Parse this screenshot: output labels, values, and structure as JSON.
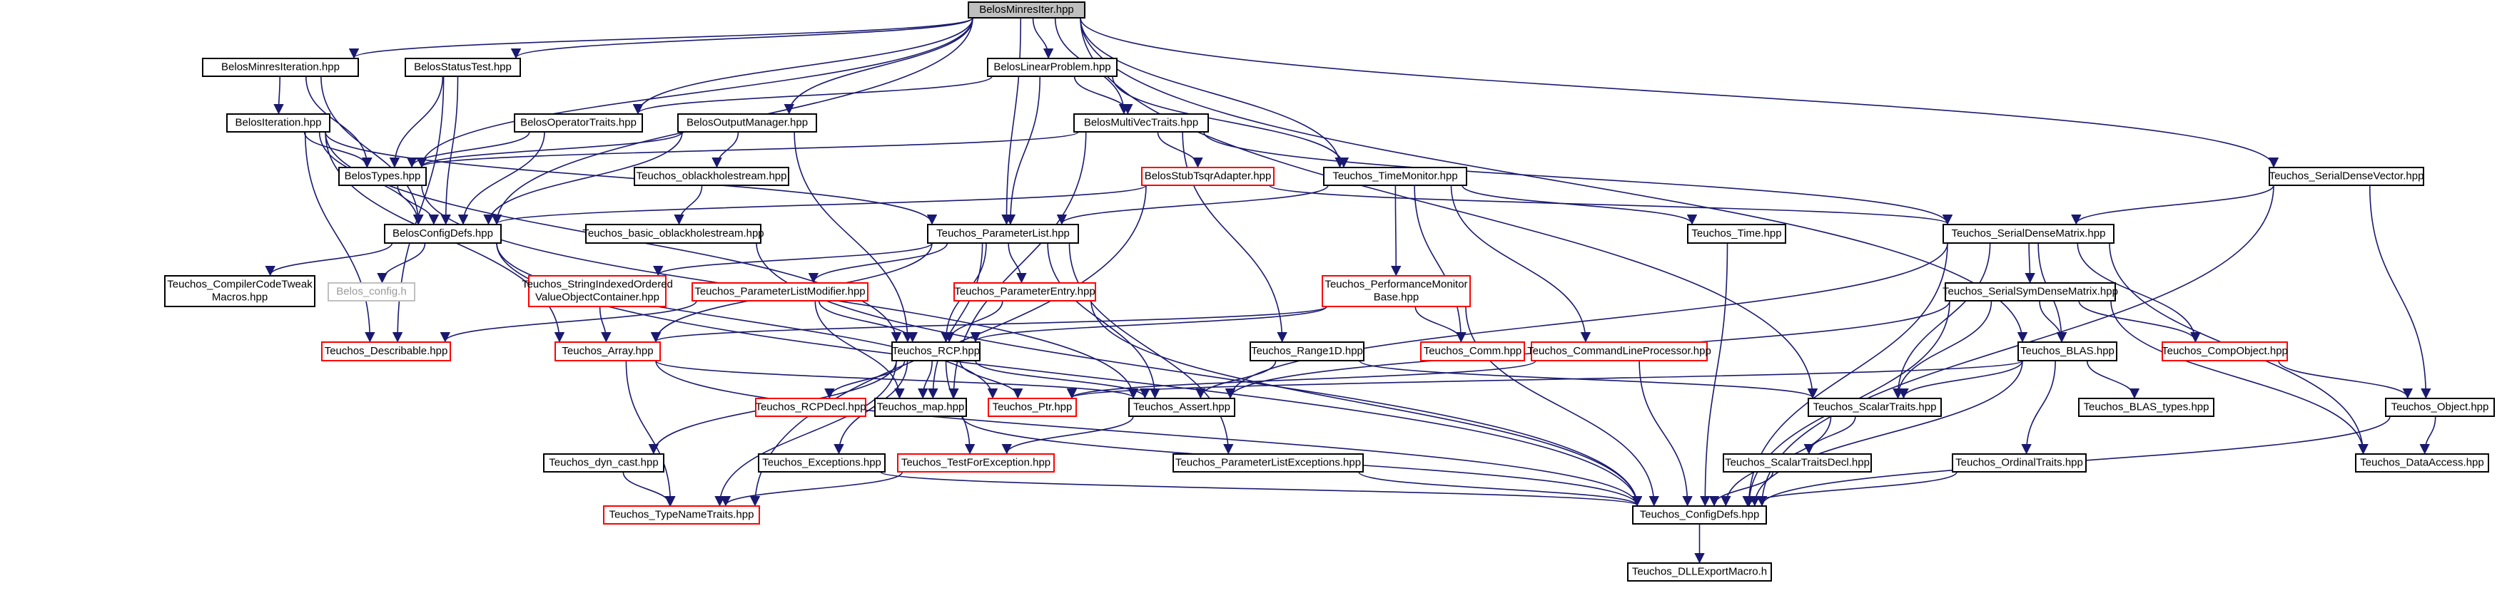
{
  "colors": {
    "edge": "#191970",
    "border_normal": "#000000",
    "border_incomplete": "#ff0000",
    "border_missing": "#bfbfbf",
    "root_fill": "#bfbfbf",
    "text_normal": "#000000",
    "text_missing": "#9a9a9a"
  },
  "nodes": [
    {
      "id": "n0",
      "label": "BelosMinresIter.hpp",
      "style": "root"
    },
    {
      "id": "n1",
      "label": "BelosMinresIteration.hpp",
      "style": "normal"
    },
    {
      "id": "n2",
      "label": "BelosStatusTest.hpp",
      "style": "normal"
    },
    {
      "id": "n3",
      "label": "BelosLinearProblem.hpp",
      "style": "normal"
    },
    {
      "id": "n4",
      "label": "BelosIteration.hpp",
      "style": "normal"
    },
    {
      "id": "n5",
      "label": "BelosOperatorTraits.hpp",
      "style": "normal"
    },
    {
      "id": "n6",
      "label": "BelosOutputManager.hpp",
      "style": "normal"
    },
    {
      "id": "n7",
      "label": "BelosMultiVecTraits.hpp",
      "style": "normal"
    },
    {
      "id": "n8",
      "label": "BelosTypes.hpp",
      "style": "normal"
    },
    {
      "id": "n9",
      "label": "Teuchos_oblackholestream.hpp",
      "style": "normal"
    },
    {
      "id": "n10",
      "label": "BelosStubTsqrAdapter.hpp",
      "style": "red"
    },
    {
      "id": "n11",
      "label": "Teuchos_TimeMonitor.hpp",
      "style": "normal"
    },
    {
      "id": "n12",
      "label": "Teuchos_SerialDenseVector.hpp",
      "style": "normal"
    },
    {
      "id": "n13",
      "label": "BelosConfigDefs.hpp",
      "style": "normal"
    },
    {
      "id": "n14",
      "label": "Teuchos_basic_oblackholestream.hpp",
      "style": "normal"
    },
    {
      "id": "n15",
      "label": "Teuchos_ParameterList.hpp",
      "style": "normal"
    },
    {
      "id": "n16",
      "label": "Teuchos_Time.hpp",
      "style": "normal"
    },
    {
      "id": "n17",
      "label": "Teuchos_SerialDenseMatrix.hpp",
      "style": "normal"
    },
    {
      "id": "n18",
      "label": "Teuchos_CompilerCodeTweak\nMacros.hpp",
      "style": "normal"
    },
    {
      "id": "n19",
      "label": "Belos_config.h",
      "style": "gray"
    },
    {
      "id": "n20",
      "label": "Teuchos_StringIndexedOrdered\nValueObjectContainer.hpp",
      "style": "red"
    },
    {
      "id": "n21",
      "label": "Teuchos_ParameterListModifier.hpp",
      "style": "red"
    },
    {
      "id": "n22",
      "label": "Teuchos_ParameterEntry.hpp",
      "style": "red"
    },
    {
      "id": "n23",
      "label": "Teuchos_PerformanceMonitor\nBase.hpp",
      "style": "red"
    },
    {
      "id": "n24",
      "label": "Teuchos_SerialSymDenseMatrix.hpp",
      "style": "normal"
    },
    {
      "id": "n25",
      "label": "Teuchos_Describable.hpp",
      "style": "red"
    },
    {
      "id": "n26",
      "label": "Teuchos_Array.hpp",
      "style": "red"
    },
    {
      "id": "n27",
      "label": "Teuchos_RCP.hpp",
      "style": "normal"
    },
    {
      "id": "n28",
      "label": "Teuchos_Range1D.hpp",
      "style": "normal"
    },
    {
      "id": "n29",
      "label": "Teuchos_Comm.hpp",
      "style": "red"
    },
    {
      "id": "n30",
      "label": "Teuchos_CommandLineProcessor.hpp",
      "style": "red"
    },
    {
      "id": "n31",
      "label": "Teuchos_BLAS.hpp",
      "style": "normal"
    },
    {
      "id": "n32",
      "label": "Teuchos_CompObject.hpp",
      "style": "red"
    },
    {
      "id": "n33",
      "label": "Teuchos_RCPDecl.hpp",
      "style": "red"
    },
    {
      "id": "n34",
      "label": "Teuchos_map.hpp",
      "style": "normal"
    },
    {
      "id": "n35",
      "label": "Teuchos_Ptr.hpp",
      "style": "red"
    },
    {
      "id": "n36",
      "label": "Teuchos_Assert.hpp",
      "style": "normal"
    },
    {
      "id": "n37",
      "label": "Teuchos_ScalarTraits.hpp",
      "style": "normal"
    },
    {
      "id": "n38",
      "label": "Teuchos_BLAS_types.hpp",
      "style": "normal"
    },
    {
      "id": "n39",
      "label": "Teuchos_Object.hpp",
      "style": "normal"
    },
    {
      "id": "n40",
      "label": "Teuchos_dyn_cast.hpp",
      "style": "normal"
    },
    {
      "id": "n41",
      "label": "Teuchos_Exceptions.hpp",
      "style": "normal"
    },
    {
      "id": "n42",
      "label": "Teuchos_TestForException.hpp",
      "style": "red"
    },
    {
      "id": "n43",
      "label": "Teuchos_ParameterListExceptions.hpp",
      "style": "normal"
    },
    {
      "id": "n44",
      "label": "Teuchos_ScalarTraitsDecl.hpp",
      "style": "normal"
    },
    {
      "id": "n45",
      "label": "Teuchos_OrdinalTraits.hpp",
      "style": "normal"
    },
    {
      "id": "n46",
      "label": "Teuchos_DataAccess.hpp",
      "style": "normal"
    },
    {
      "id": "n47",
      "label": "Teuchos_TypeNameTraits.hpp",
      "style": "red"
    },
    {
      "id": "n48",
      "label": "Teuchos_ConfigDefs.hpp",
      "style": "normal"
    },
    {
      "id": "n49",
      "label": "Teuchos_DLLExportMacro.h",
      "style": "normal"
    }
  ],
  "edges": [
    [
      "n0",
      "n1"
    ],
    [
      "n0",
      "n2"
    ],
    [
      "n0",
      "n3"
    ],
    [
      "n0",
      "n5"
    ],
    [
      "n0",
      "n6"
    ],
    [
      "n0",
      "n7"
    ],
    [
      "n0",
      "n8"
    ],
    [
      "n0",
      "n11"
    ],
    [
      "n0",
      "n12"
    ],
    [
      "n0",
      "n13"
    ],
    [
      "n0",
      "n15"
    ],
    [
      "n0",
      "n31"
    ],
    [
      "n0",
      "n37"
    ],
    [
      "n1",
      "n4"
    ],
    [
      "n1",
      "n8"
    ],
    [
      "n1",
      "n13"
    ],
    [
      "n2",
      "n8"
    ],
    [
      "n2",
      "n13"
    ],
    [
      "n2",
      "n25"
    ],
    [
      "n3",
      "n5"
    ],
    [
      "n3",
      "n7"
    ],
    [
      "n3",
      "n11"
    ],
    [
      "n3",
      "n15"
    ],
    [
      "n4",
      "n8"
    ],
    [
      "n4",
      "n13"
    ],
    [
      "n4",
      "n15"
    ],
    [
      "n4",
      "n26"
    ],
    [
      "n4",
      "n27"
    ],
    [
      "n4",
      "n25"
    ],
    [
      "n5",
      "n8"
    ],
    [
      "n5",
      "n13"
    ],
    [
      "n6",
      "n8"
    ],
    [
      "n6",
      "n9"
    ],
    [
      "n6",
      "n13"
    ],
    [
      "n6",
      "n27"
    ],
    [
      "n7",
      "n8"
    ],
    [
      "n7",
      "n10"
    ],
    [
      "n7",
      "n17"
    ],
    [
      "n7",
      "n28"
    ],
    [
      "n7",
      "n34"
    ],
    [
      "n8",
      "n13"
    ],
    [
      "n8",
      "n36"
    ],
    [
      "n9",
      "n14"
    ],
    [
      "n10",
      "n13"
    ],
    [
      "n10",
      "n17"
    ],
    [
      "n10",
      "n47"
    ],
    [
      "n11",
      "n15"
    ],
    [
      "n11",
      "n16"
    ],
    [
      "n11",
      "n23"
    ],
    [
      "n11",
      "n29"
    ],
    [
      "n11",
      "n30"
    ],
    [
      "n12",
      "n17"
    ],
    [
      "n12",
      "n39"
    ],
    [
      "n12",
      "n48"
    ],
    [
      "n13",
      "n18"
    ],
    [
      "n13",
      "n19"
    ],
    [
      "n13",
      "n35"
    ],
    [
      "n13",
      "n48"
    ],
    [
      "n14",
      "n48"
    ],
    [
      "n15",
      "n20"
    ],
    [
      "n15",
      "n21"
    ],
    [
      "n15",
      "n22"
    ],
    [
      "n15",
      "n26"
    ],
    [
      "n15",
      "n27"
    ],
    [
      "n15",
      "n34"
    ],
    [
      "n15",
      "n36"
    ],
    [
      "n15",
      "n43"
    ],
    [
      "n16",
      "n48"
    ],
    [
      "n17",
      "n24"
    ],
    [
      "n17",
      "n31"
    ],
    [
      "n17",
      "n32"
    ],
    [
      "n17",
      "n36"
    ],
    [
      "n17",
      "n37"
    ],
    [
      "n17",
      "n46"
    ],
    [
      "n17",
      "n48"
    ],
    [
      "n20",
      "n26"
    ],
    [
      "n21",
      "n25"
    ],
    [
      "n21",
      "n27"
    ],
    [
      "n21",
      "n34"
    ],
    [
      "n22",
      "n27"
    ],
    [
      "n22",
      "n48"
    ],
    [
      "n23",
      "n26"
    ],
    [
      "n23",
      "n27"
    ],
    [
      "n23",
      "n29"
    ],
    [
      "n23",
      "n48"
    ],
    [
      "n24",
      "n31"
    ],
    [
      "n24",
      "n32"
    ],
    [
      "n24",
      "n36"
    ],
    [
      "n24",
      "n37"
    ],
    [
      "n24",
      "n46"
    ],
    [
      "n24",
      "n48"
    ],
    [
      "n26",
      "n36"
    ],
    [
      "n26",
      "n47"
    ],
    [
      "n26",
      "n48"
    ],
    [
      "n27",
      "n33"
    ],
    [
      "n27",
      "n34"
    ],
    [
      "n27",
      "n35"
    ],
    [
      "n27",
      "n36"
    ],
    [
      "n27",
      "n40"
    ],
    [
      "n27",
      "n41"
    ],
    [
      "n27",
      "n42"
    ],
    [
      "n27",
      "n47"
    ],
    [
      "n28",
      "n36"
    ],
    [
      "n28",
      "n37"
    ],
    [
      "n30",
      "n35"
    ],
    [
      "n30",
      "n48"
    ],
    [
      "n31",
      "n35"
    ],
    [
      "n31",
      "n37"
    ],
    [
      "n31",
      "n38"
    ],
    [
      "n31",
      "n45"
    ],
    [
      "n31",
      "n48"
    ],
    [
      "n32",
      "n39"
    ],
    [
      "n34",
      "n48"
    ],
    [
      "n36",
      "n42"
    ],
    [
      "n37",
      "n44"
    ],
    [
      "n37",
      "n48"
    ],
    [
      "n39",
      "n46"
    ],
    [
      "n39",
      "n48"
    ],
    [
      "n40",
      "n47"
    ],
    [
      "n41",
      "n48"
    ],
    [
      "n42",
      "n47"
    ],
    [
      "n43",
      "n48"
    ],
    [
      "n44",
      "n48"
    ],
    [
      "n45",
      "n48"
    ],
    [
      "n48",
      "n49"
    ]
  ]
}
